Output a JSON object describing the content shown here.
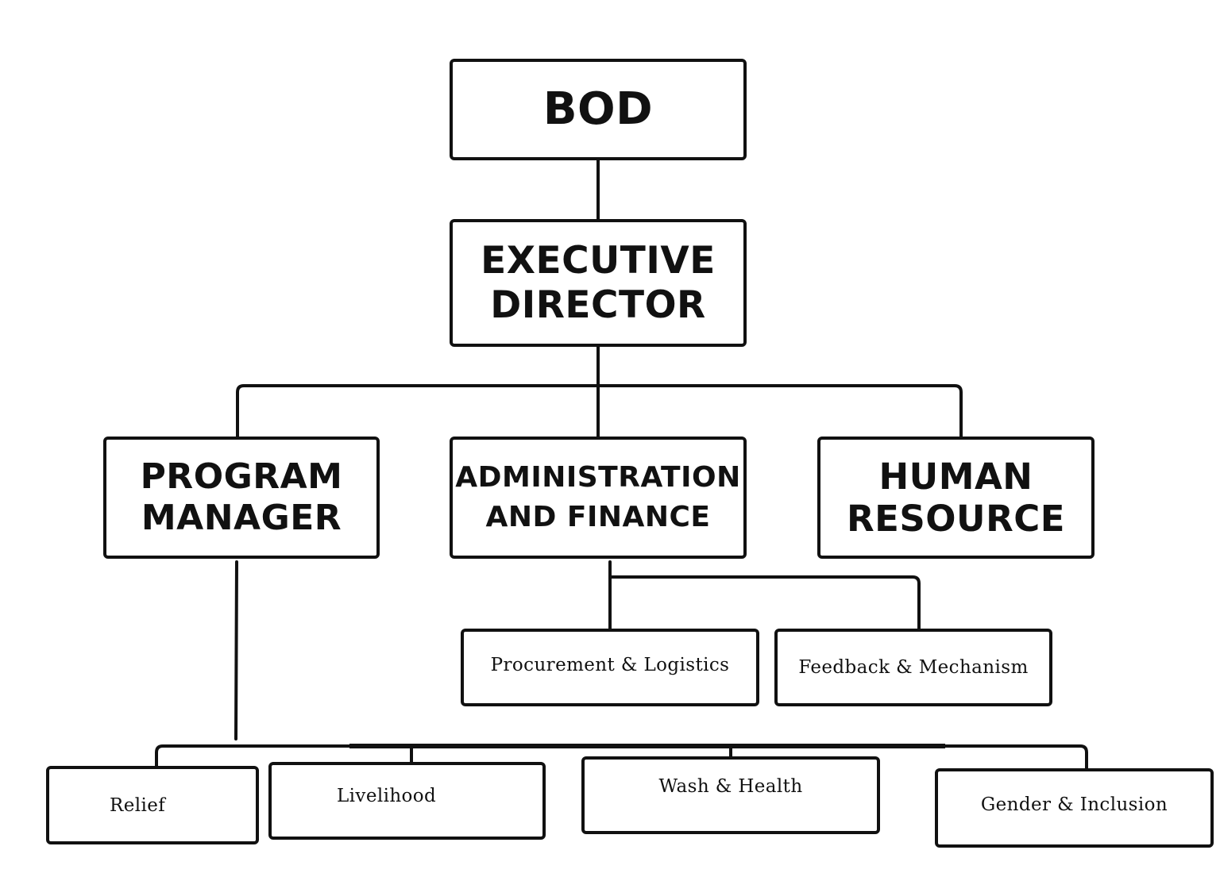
{
  "diagram": {
    "type": "organizational-chart",
    "line_color": "#111111",
    "box_border_color": "#111111",
    "background": "#ffffff",
    "nodes": {
      "bod": {
        "label": "BOD"
      },
      "executive_director": {
        "line1": "EXECUTIVE",
        "line2": "DIRECTOR"
      },
      "program_manager": {
        "line1": "PROGRAM",
        "line2": "MANAGER"
      },
      "admin_finance": {
        "line1": "ADMINISTRATION",
        "line2": "AND FINANCE"
      },
      "human_resource": {
        "line1": "HUMAN",
        "line2": "RESOURCE"
      },
      "procurement": {
        "label": "Procurement & Logistics"
      },
      "feedback": {
        "label": "Feedback & Mechanism"
      },
      "relief": {
        "label": "Relief"
      },
      "livelihood": {
        "label": "Livelihood"
      },
      "wash_health": {
        "label": "Wash & Health"
      },
      "gender_inclusion": {
        "label": "Gender & Inclusion"
      }
    },
    "edges": [
      [
        "BOD",
        "EXECUTIVE DIRECTOR"
      ],
      [
        "EXECUTIVE DIRECTOR",
        "PROGRAM MANAGER"
      ],
      [
        "EXECUTIVE DIRECTOR",
        "ADMINISTRATION AND FINANCE"
      ],
      [
        "EXECUTIVE DIRECTOR",
        "HUMAN RESOURCE"
      ],
      [
        "ADMINISTRATION AND FINANCE",
        "Procurement & Logistics"
      ],
      [
        "ADMINISTRATION AND FINANCE",
        "Feedback & Mechanism"
      ],
      [
        "PROGRAM MANAGER",
        "Relief"
      ],
      [
        "PROGRAM MANAGER",
        "Livelihood"
      ],
      [
        "PROGRAM MANAGER",
        "Wash & Health"
      ],
      [
        "PROGRAM MANAGER",
        "Gender & Inclusion"
      ]
    ]
  }
}
